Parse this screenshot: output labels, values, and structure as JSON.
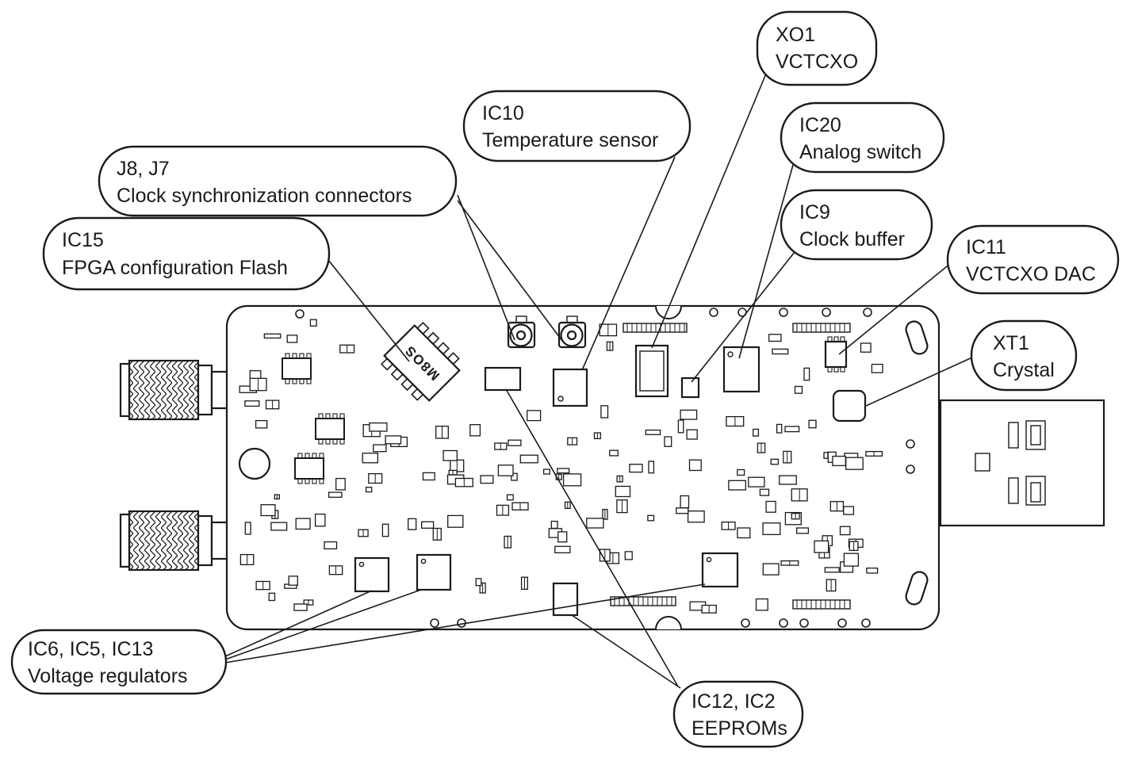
{
  "colors": {
    "ink": "#1a1a1a",
    "background": "#ffffff"
  },
  "board": {
    "chip_marking": "M8OS"
  },
  "callouts": {
    "xo1": {
      "line1": "XO1",
      "line2": "VCTCXO"
    },
    "ic10": {
      "line1": "IC10",
      "line2": "Temperature sensor"
    },
    "j8j7": {
      "line1": "J8, J7",
      "line2": "Clock synchronization connectors"
    },
    "ic20": {
      "line1": "IC20",
      "line2": "Analog switch"
    },
    "ic9": {
      "line1": "IC9",
      "line2": "Clock buffer"
    },
    "ic15": {
      "line1": "IC15",
      "line2": "FPGA configuration Flash"
    },
    "ic11": {
      "line1": "IC11",
      "line2": "VCTCXO DAC"
    },
    "xt1": {
      "line1": "XT1",
      "line2": "Crystal"
    },
    "vregs": {
      "line1": "IC6, IC5, IC13",
      "line2": "Voltage regulators"
    },
    "eeproms": {
      "line1": "IC12, IC2",
      "line2": "EEPROMs"
    }
  }
}
